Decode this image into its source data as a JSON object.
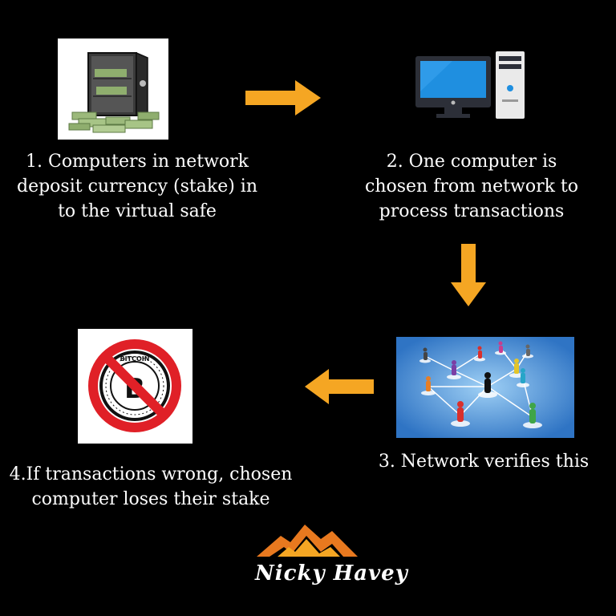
{
  "steps": [
    {
      "number": "1",
      "caption_lines": [
        "1. Computers in network",
        "deposit currency (stake) in",
        "to the virtual safe"
      ],
      "icon": "safe-with-money-icon"
    },
    {
      "number": "2",
      "caption_lines": [
        "2. One computer is",
        "chosen from network to",
        "process transactions"
      ],
      "icon": "desktop-computer-icon"
    },
    {
      "number": "3",
      "caption_lines": [
        "3. Network verifies this"
      ],
      "icon": "people-network-icon"
    },
    {
      "number": "4",
      "caption_lines": [
        "4.If transactions wrong, chosen",
        "computer loses their stake"
      ],
      "icon": "no-bitcoin-icon"
    }
  ],
  "badge_text": {
    "ring": "BITCOIN",
    "center": "B"
  },
  "branding": {
    "name": "Nicky Havey",
    "logo": "mountain-logo-icon"
  },
  "colors": {
    "background": "#000000",
    "arrow": "#F5A623",
    "text": "#FFFFFF",
    "prohibit": "#E02027"
  }
}
